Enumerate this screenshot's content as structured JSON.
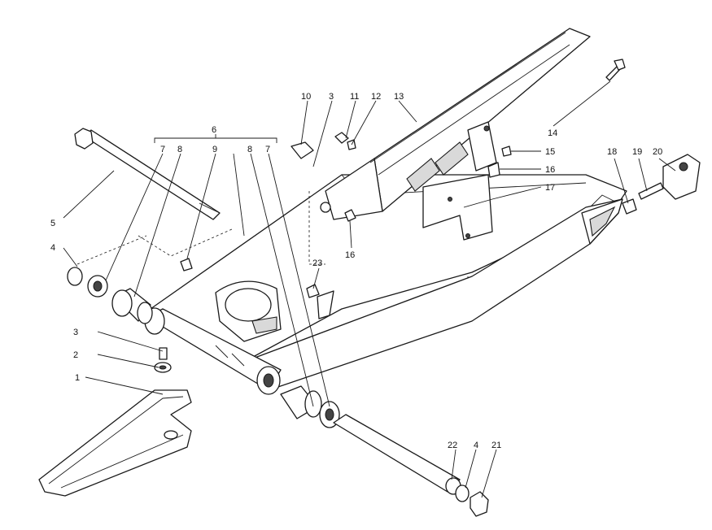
{
  "callouts": {
    "c1": "1",
    "c2": "2",
    "c3_left": "3",
    "c4_left": "4",
    "c5": "5",
    "c6": "6",
    "c7_a": "7",
    "c8_a": "8",
    "c9": "9",
    "c8_b": "8",
    "c7_b": "7",
    "c10": "10",
    "c3_top": "3",
    "c11": "11",
    "c12": "12",
    "c13": "13",
    "c14": "14",
    "c15": "15",
    "c16_r": "16",
    "c16_l": "16",
    "c17": "17",
    "c18": "18",
    "c19": "19",
    "c20": "20",
    "c21": "21",
    "c22": "22",
    "c4_right": "4",
    "c23": "23"
  }
}
